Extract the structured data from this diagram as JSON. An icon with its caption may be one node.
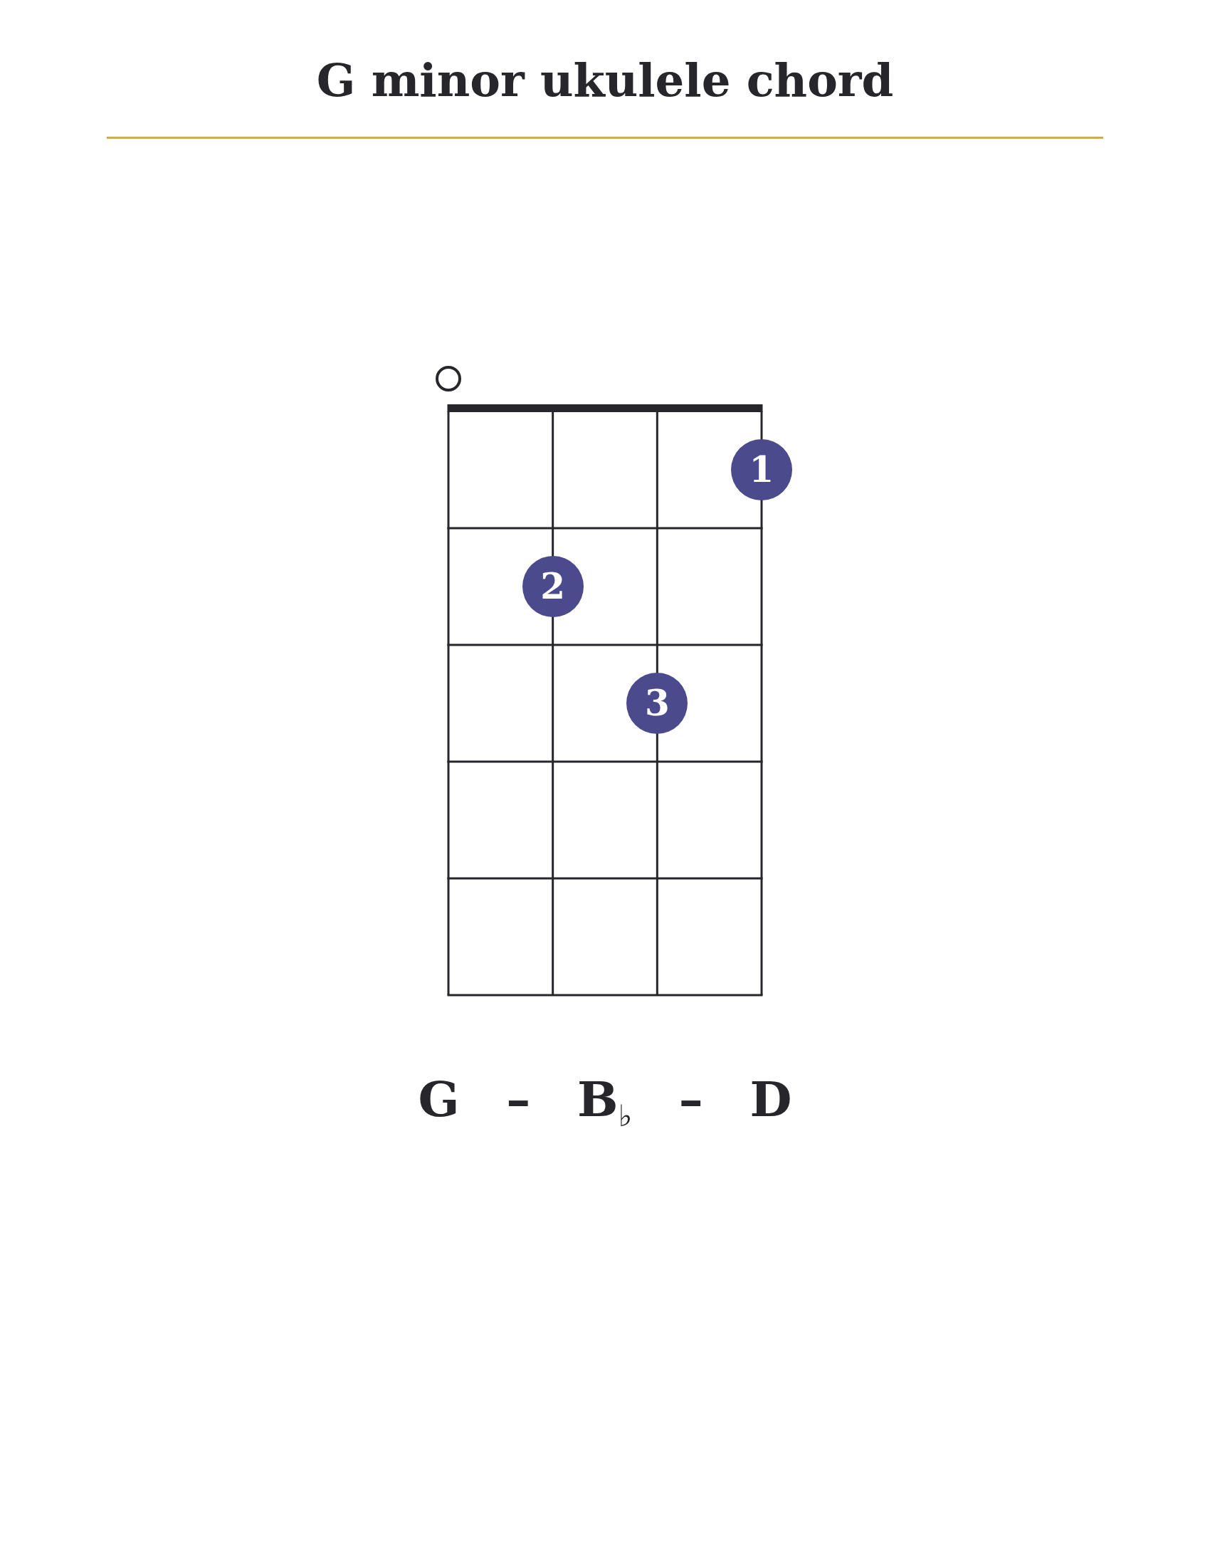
{
  "diagram": {
    "title": "G minor ukulele chord",
    "nodes": [
      {
        "text": [],
        "shape": "circle"
      },
      {
        "text": [
          "1"
        ]
      },
      {
        "text": [
          "2"
        ]
      },
      {
        "text": [
          "3"
        ]
      }
    ],
    "labels": [
      "G – B$_{♭}$ – D"
    ]
  }
}
